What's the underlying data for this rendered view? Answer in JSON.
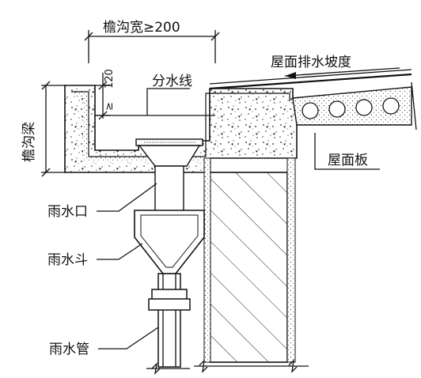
{
  "labels": {
    "gutter_width": "檐沟宽≥200",
    "drainage_slope": "屋面排水坡度",
    "dimension_120": "120",
    "dimension_ge": "≥",
    "water_divide_line": "分水线",
    "gutter_beam": "檐沟梁",
    "roof_slab": "屋面板",
    "rain_outlet": "雨水口",
    "rain_hopper": "雨水斗",
    "rain_pipe": "雨水管"
  }
}
